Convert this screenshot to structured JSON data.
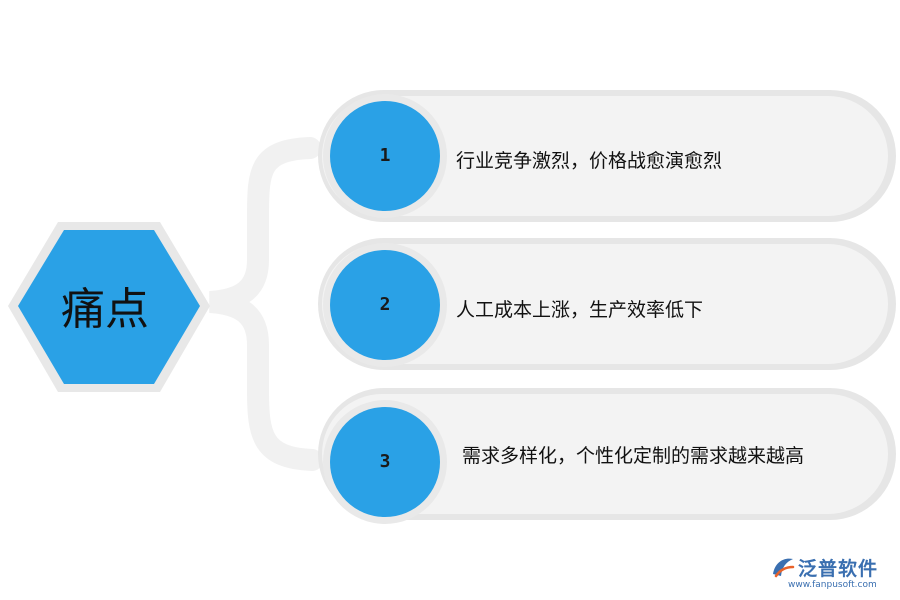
{
  "center": {
    "label": "痛点",
    "color": "#2aa1e6"
  },
  "items": [
    {
      "number": "1",
      "text": "行业竞争激烈，价格战愈演愈烈"
    },
    {
      "number": "2",
      "text": "人工成本上涨，生产效率低下"
    },
    {
      "number": "3",
      "text": "需求多样化，个性化定制的需求越来越高"
    }
  ],
  "logo": {
    "name": "泛普软件",
    "url": "www.fanpusoft.com",
    "icon": "fanpu-logo-icon",
    "color": "#3a6fb0"
  },
  "colors": {
    "circle": "#2aa1e6",
    "pill": "#f3f3f3",
    "pill_border": "#e4e4e4",
    "brace": "#f1f1f1"
  }
}
